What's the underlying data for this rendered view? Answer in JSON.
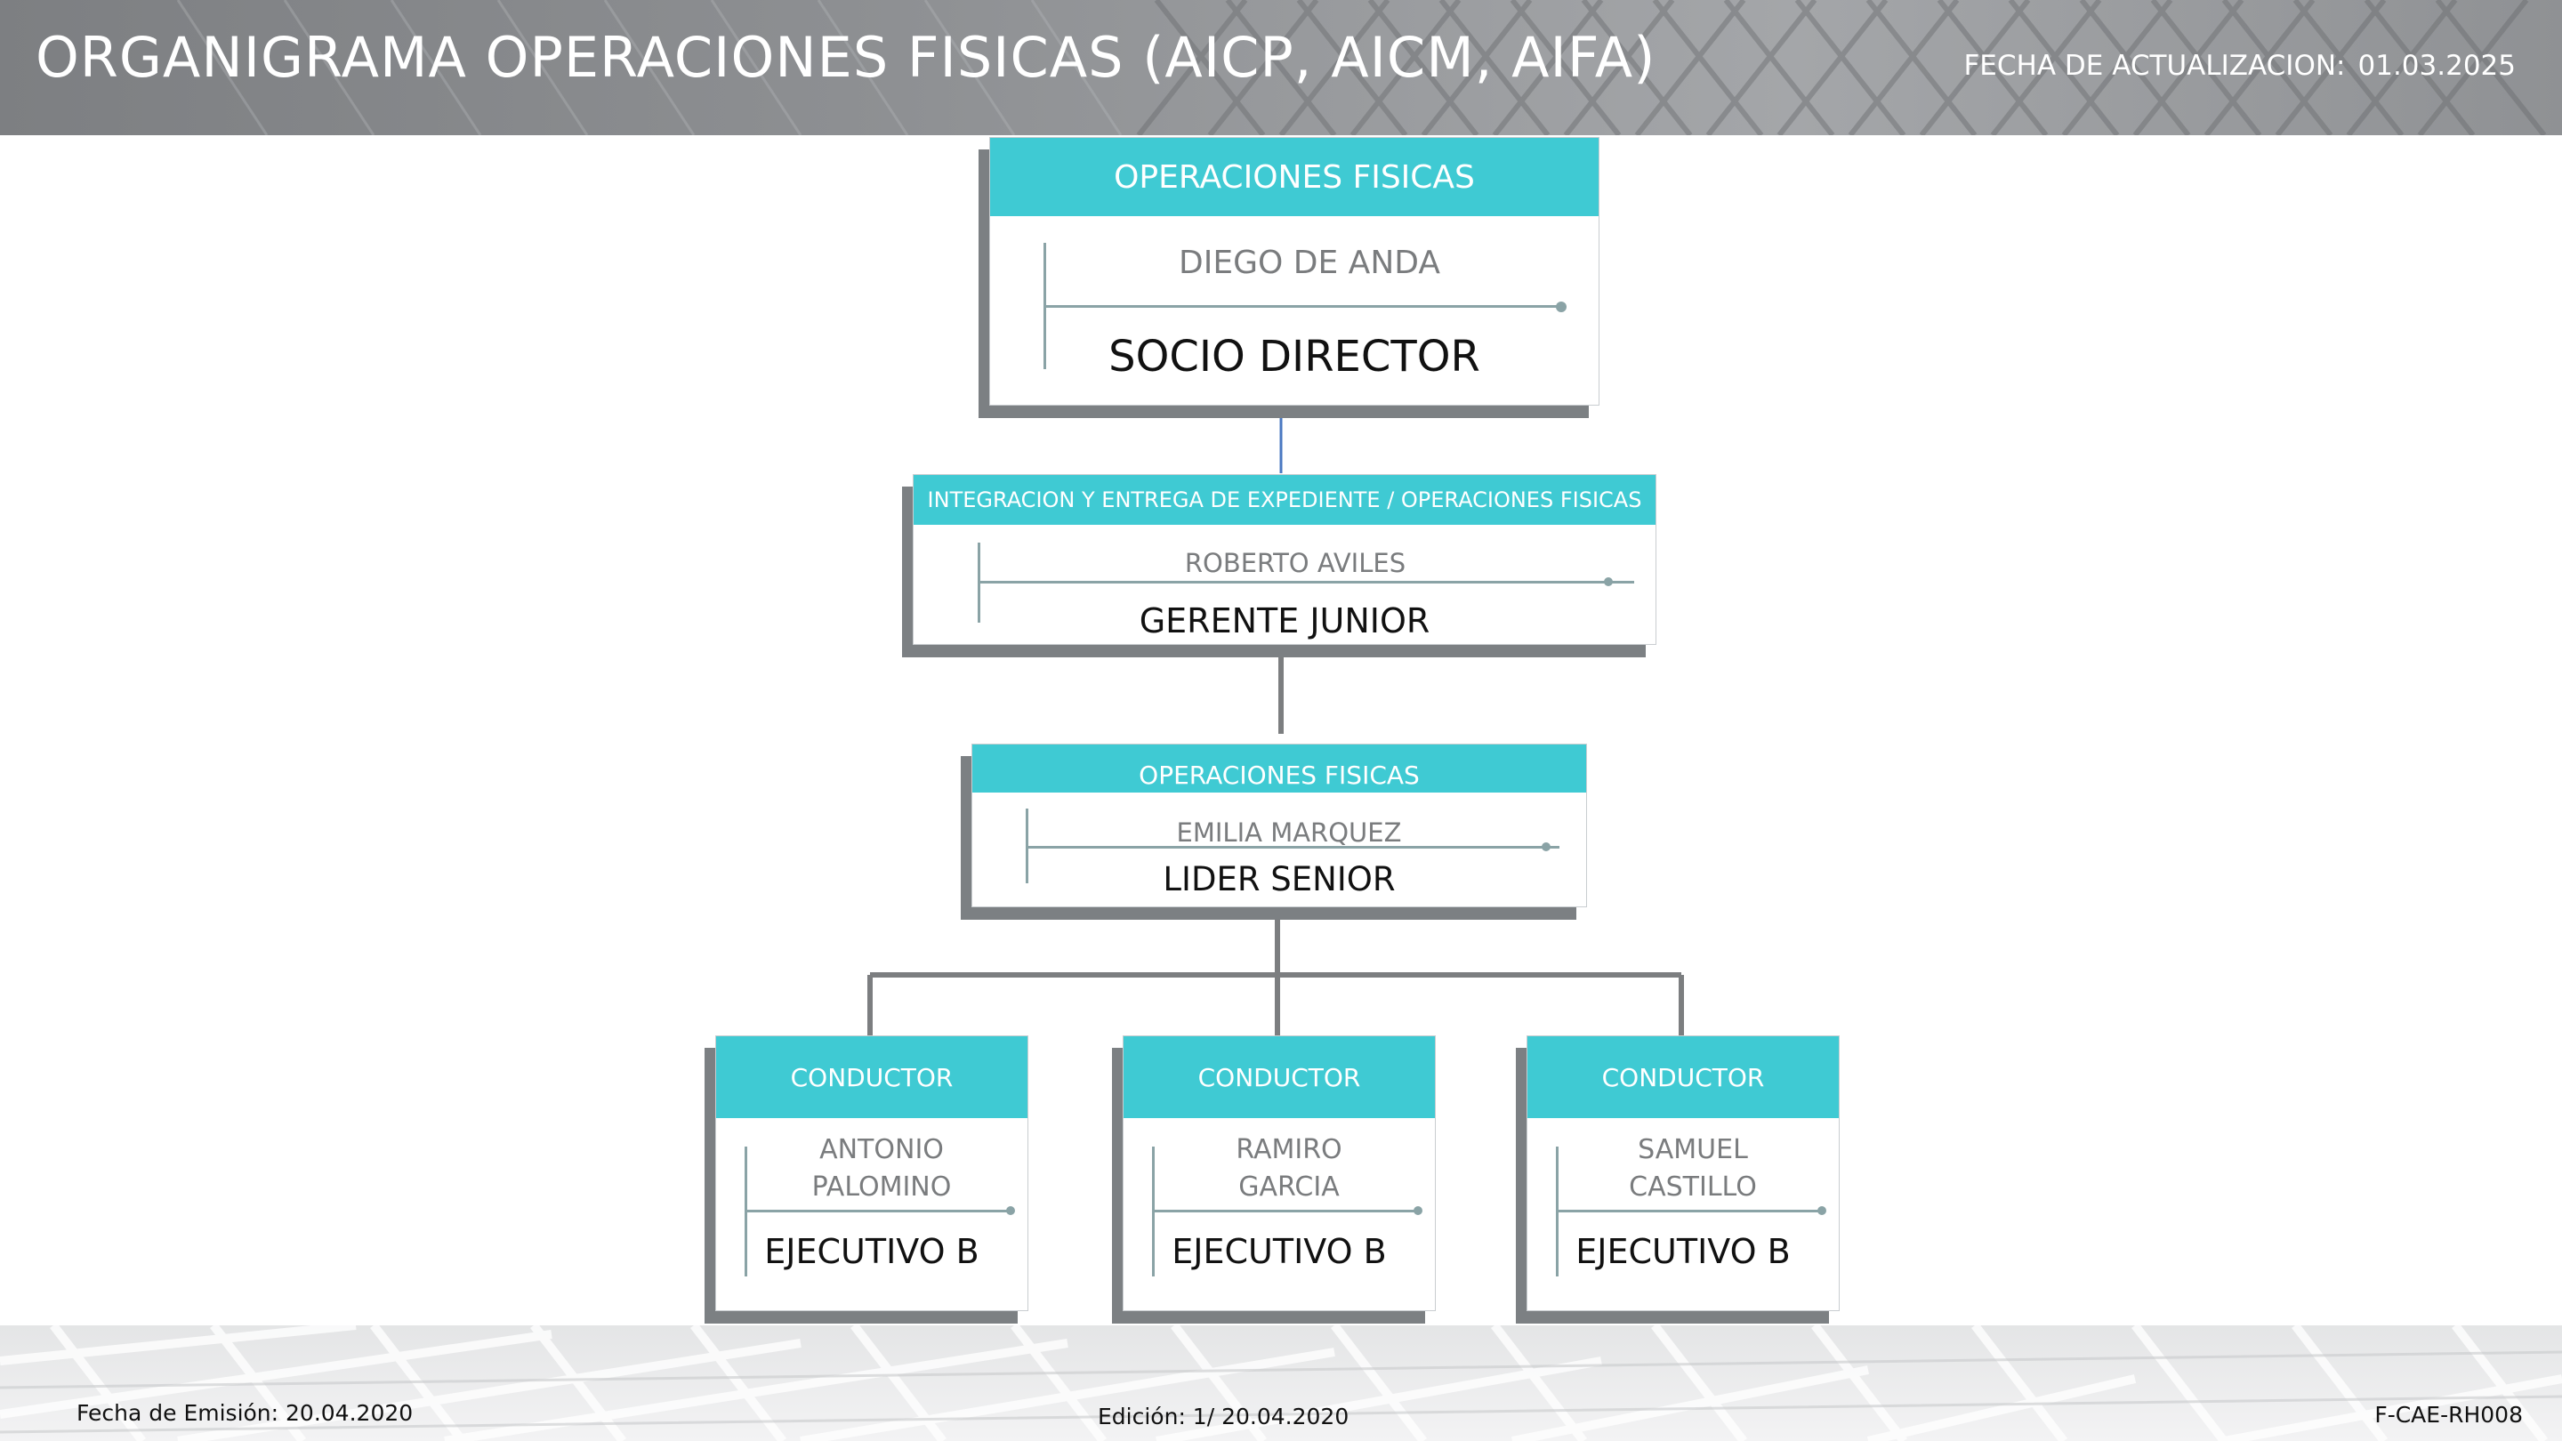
{
  "header": {
    "title": "ORGANIGRAMA OPERACIONES FISICAS (AICP, AICM, AIFA)",
    "update_label": "FECHA DE ACTUALIZACION:",
    "update_date": "01.03.2025"
  },
  "org": {
    "director": {
      "area": "OPERACIONES FISICAS",
      "name": "DIEGO DE ANDA",
      "role": "SOCIO DIRECTOR"
    },
    "manager": {
      "area": "INTEGRACION Y ENTREGA DE EXPEDIENTE / OPERACIONES FISICAS",
      "name": "ROBERTO AVILES",
      "role": "GERENTE JUNIOR"
    },
    "lead": {
      "area": "OPERACIONES FISICAS",
      "name": "EMILIA MARQUEZ",
      "role": "LIDER SENIOR"
    },
    "drivers": [
      {
        "area": "CONDUCTOR",
        "name_line1": "ANTONIO",
        "name_line2": "PALOMINO",
        "role": "EJECUTIVO B"
      },
      {
        "area": "CONDUCTOR",
        "name_line1": "RAMIRO",
        "name_line2": "GARCIA",
        "role": "EJECUTIVO B"
      },
      {
        "area": "CONDUCTOR",
        "name_line1": "SAMUEL",
        "name_line2": "CASTILLO",
        "role": "EJECUTIVO B"
      }
    ]
  },
  "footer": {
    "issue_date": "Fecha de Emisión: 20.04.2020",
    "edition": "Edición: 1/ 20.04.2020",
    "code": "F-CAE-RH008"
  },
  "colors": {
    "header_band": "#3fcad3",
    "connector": "#7c7e80",
    "connector_top": "#4a78c2",
    "shadow": "#7c8083"
  }
}
